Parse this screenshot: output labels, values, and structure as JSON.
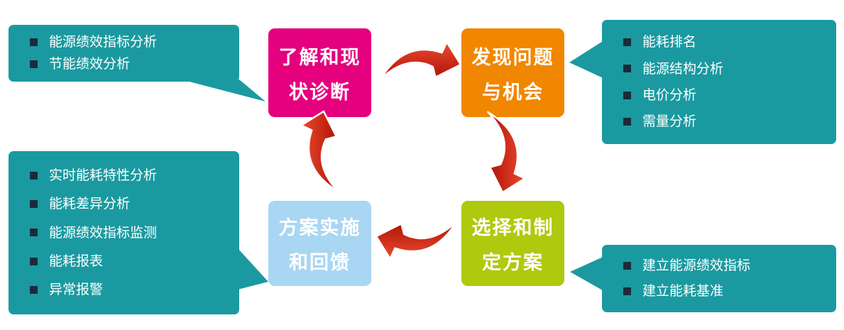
{
  "steps": [
    {
      "name": "understand-and-diagnose",
      "line1": "了解和现",
      "line2": "状诊断",
      "color": "#E5007D"
    },
    {
      "name": "find-problems-and-opportunities",
      "line1": "发现问题",
      "line2": "与机会",
      "color": "#F18700"
    },
    {
      "name": "select-and-formulate-plan",
      "line1": "选择和制",
      "line2": "定方案",
      "color": "#AFC90E"
    },
    {
      "name": "implement-plan-and-feedback",
      "line1": "方案实施",
      "line2": "和回馈",
      "color": "#A9D6F2"
    }
  ],
  "callouts": [
    {
      "name": "understand-details",
      "items": [
        "能源绩效指标分析",
        "节能绩效分析"
      ]
    },
    {
      "name": "problems-details",
      "items": [
        "能耗排名",
        "能源结构分析",
        "电价分析",
        "需量分析"
      ]
    },
    {
      "name": "implement-details",
      "items": [
        "实时能耗特性分析",
        "能耗差异分析",
        "能源绩效指标监测",
        "能耗报表",
        "异常报警"
      ]
    },
    {
      "name": "plan-details",
      "items": [
        "建立能源绩效指标",
        "建立能耗基准"
      ]
    }
  ],
  "colors": {
    "callout_background": "#1A9AA0",
    "bullet_square": "#1A2B3C",
    "arrow_red_light": "#EA4A2F",
    "arrow_red_dark": "#AF1205",
    "arrow_outline": "#FFFFFF",
    "step_pink": "#E5007D",
    "step_orange": "#F18700",
    "step_green": "#AFC90E",
    "step_light_blue": "#A9D6F2",
    "text_on_boxes": "#FFFFFF"
  }
}
